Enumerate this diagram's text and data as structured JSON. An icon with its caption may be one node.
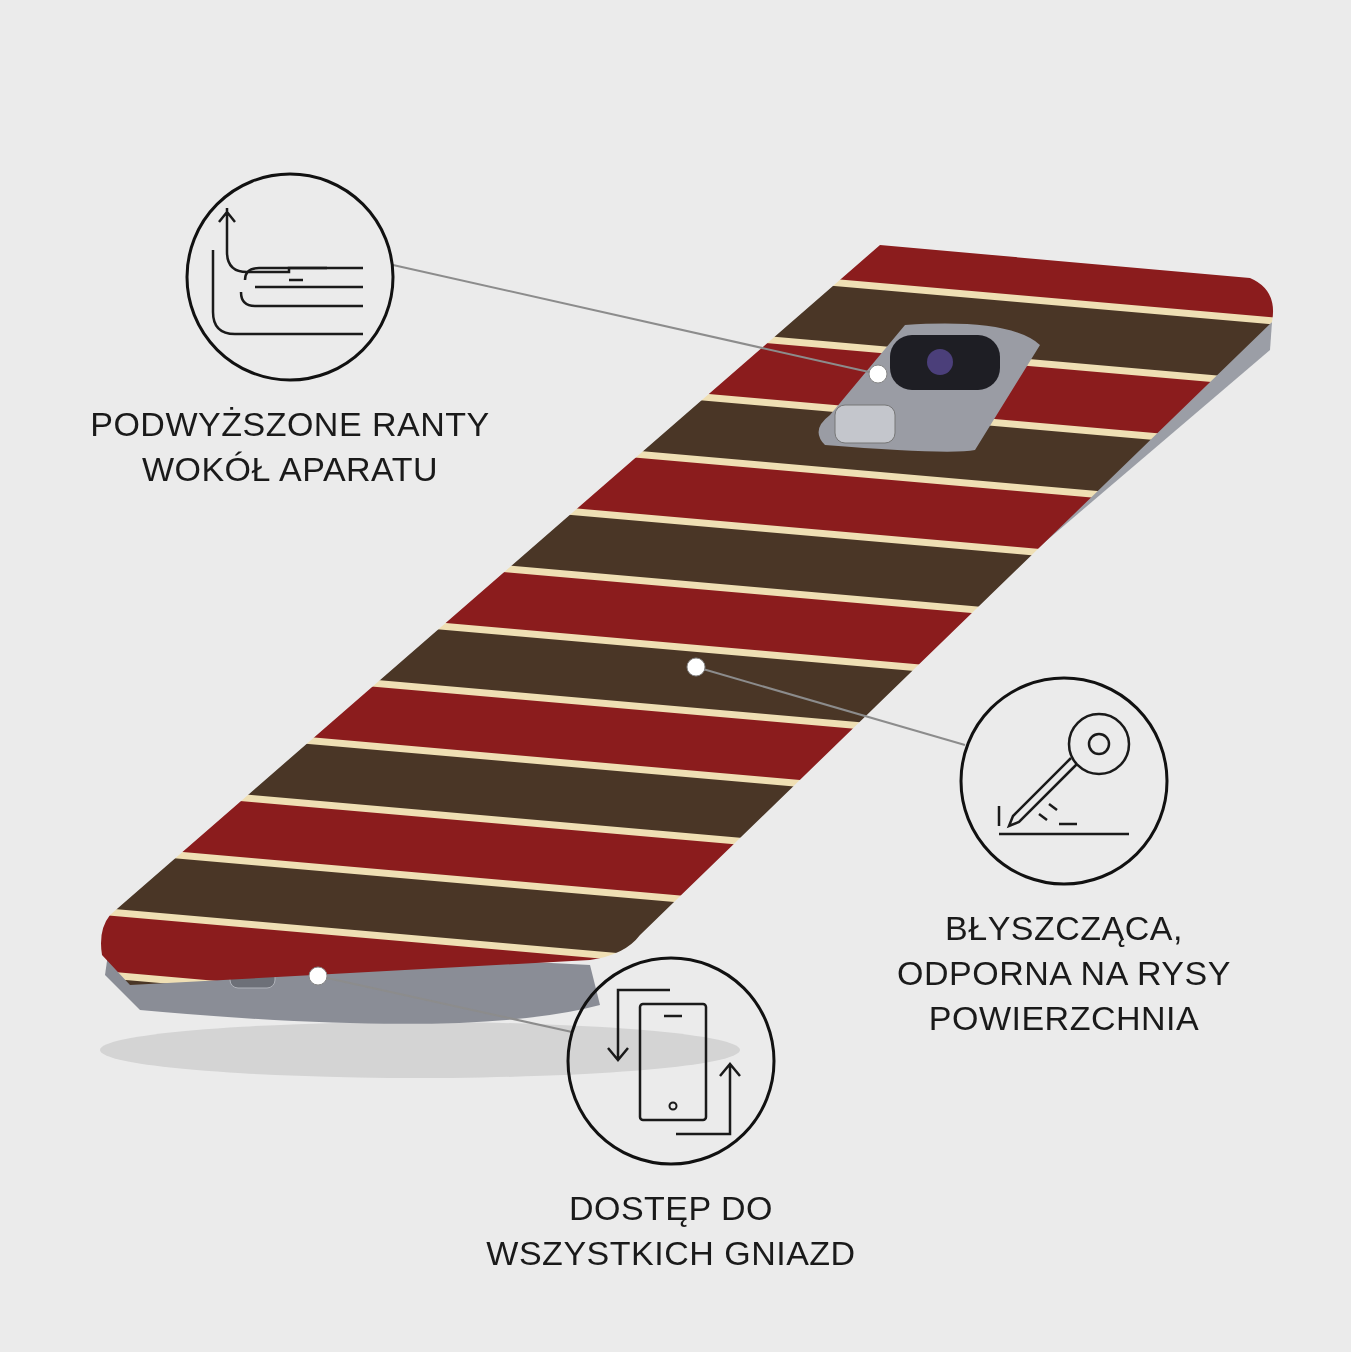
{
  "diagram": {
    "nodes": [
      {
        "text": [
          "PODWYŻSZONE RANTY WOKÓŁ APARATU"
        ]
      },
      {
        "text": [
          "BŁYSZCZĄCA, ODPORNA NA RYSY POWIERZCHNIA"
        ]
      },
      {
        "text": [
          "DOSTĘP DO WSZYSTKICH GNIAZD"
        ]
      }
    ],
    "edges": [
      {
        "from": 0,
        "to": null,
        "arrow": "other"
      },
      {
        "from": 1,
        "to": null,
        "arrow": "other"
      },
      {
        "from": 2,
        "to": null,
        "arrow": "other"
      }
    ]
  }
}
